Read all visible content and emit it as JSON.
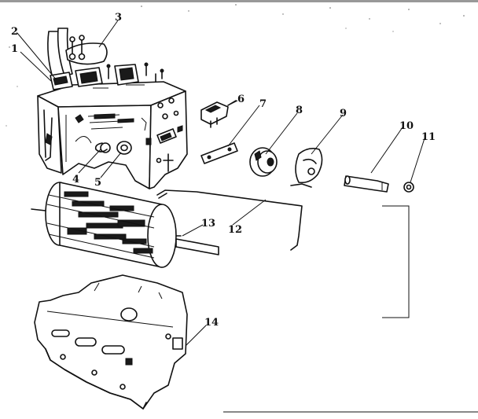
{
  "diagram": {
    "callouts": [
      {
        "id": "label-1",
        "text": "1"
      },
      {
        "id": "label-2",
        "text": "2"
      },
      {
        "id": "label-3",
        "text": "3"
      },
      {
        "id": "label-4",
        "text": "4"
      },
      {
        "id": "label-5",
        "text": "5"
      },
      {
        "id": "label-6",
        "text": "6"
      },
      {
        "id": "label-7",
        "text": "7"
      },
      {
        "id": "label-8",
        "text": "8"
      },
      {
        "id": "label-9",
        "text": "9"
      },
      {
        "id": "label-10",
        "text": "10"
      },
      {
        "id": "label-11",
        "text": "11"
      },
      {
        "id": "label-12",
        "text": "12"
      },
      {
        "id": "label-13",
        "text": "13"
      },
      {
        "id": "label-14",
        "text": "14"
      }
    ],
    "colors": {
      "ink": "#111111",
      "paper": "#ffffff"
    }
  }
}
